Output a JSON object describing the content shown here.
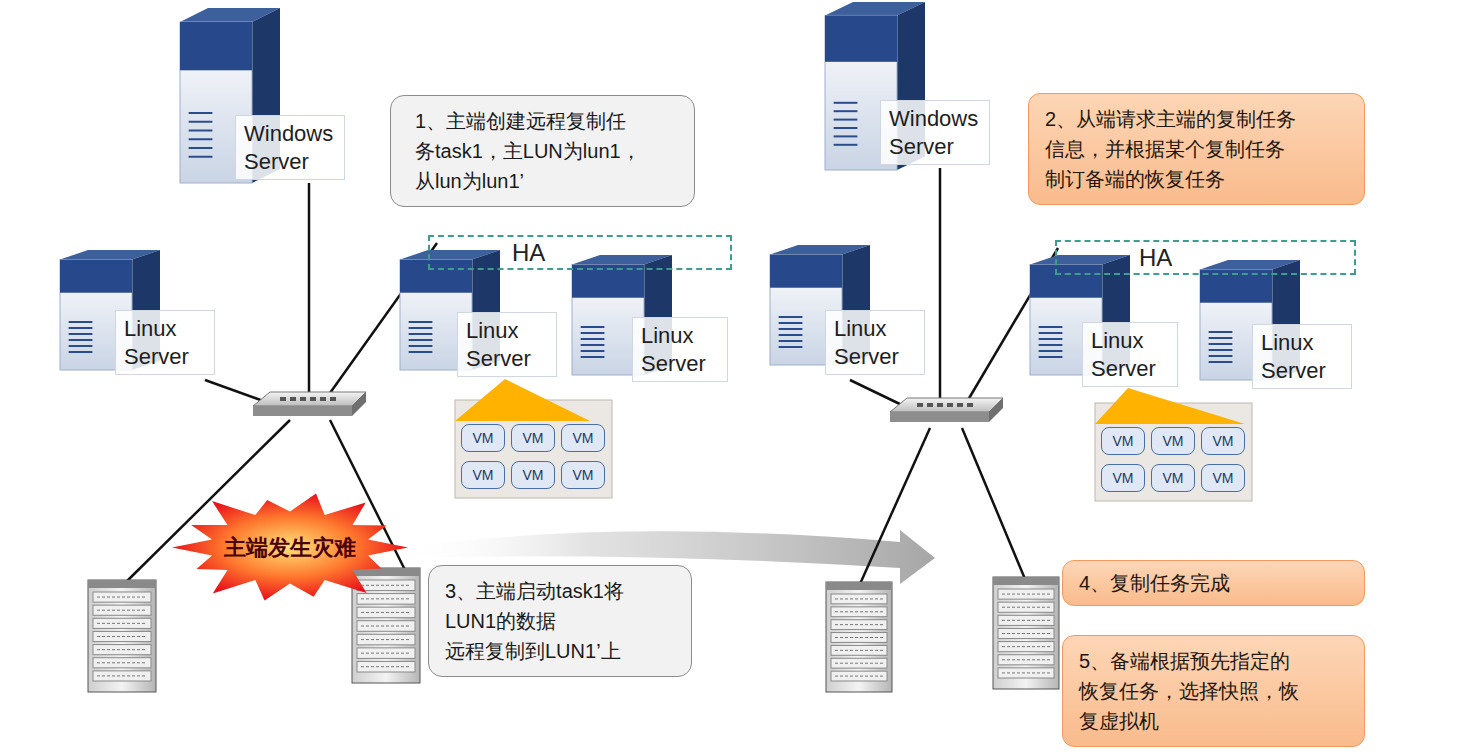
{
  "diagram": {
    "nodes": [
      {
        "text": [
          "Windows Server"
        ]
      },
      {
        "text": [
          "1、主端创建远程复制任 务task1，主LUN为lun1， 从lun为lun1’"
        ]
      },
      {
        "text": [
          "Linux Server"
        ]
      },
      {
        "text": [
          "HA"
        ]
      },
      {
        "text": [
          "Linux Server"
        ],
        "in": 3
      },
      {
        "text": [
          "Linux Server"
        ],
        "in": 3
      },
      {
        "text": [
          "VM"
        ]
      },
      {
        "text": [
          "VM"
        ]
      },
      {
        "text": [
          "VM"
        ]
      },
      {
        "text": [
          "VM"
        ]
      },
      {
        "text": [
          "VM"
        ]
      },
      {
        "text": [
          "VM"
        ]
      },
      {
        "text": [
          "主端发生灾难"
        ]
      },
      {
        "text": [
          "3、主端启动task1将 LUN1的数据 远程复制到LUN1’上"
        ]
      },
      {
        "text": [
          "Windows Server"
        ]
      },
      {
        "text": [
          "2、从端请求主端的复制任务 信息，并根据某个复制任务 制订备端的恢复任务"
        ]
      },
      {
        "text": [
          "Linux Server"
        ]
      },
      {
        "text": [
          "HA"
        ]
      },
      {
        "text": [
          "Linux Server"
        ],
        "in": 17
      },
      {
        "text": [
          "Linux Server"
        ],
        "in": 17
      },
      {
        "text": [
          "VM"
        ]
      },
      {
        "text": [
          "VM"
        ]
      },
      {
        "text": [
          "VM"
        ]
      },
      {
        "text": [
          "VM"
        ]
      },
      {
        "text": [
          "VM"
        ]
      },
      {
        "text": [
          "VM"
        ]
      },
      {
        "text": [
          "4、复制任务完成"
        ]
      },
      {
        "text": [
          "5、备端根据预先指定的 恢复任务，选择快照，恢 复虚拟机"
        ]
      }
    ]
  }
}
